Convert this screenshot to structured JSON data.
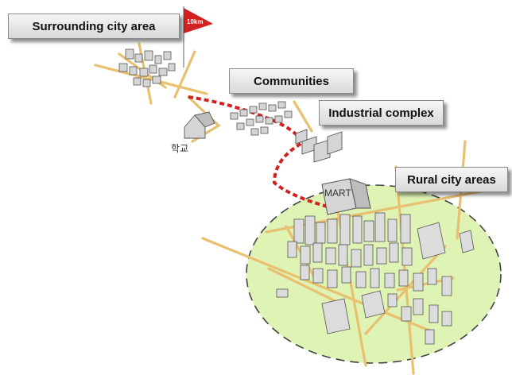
{
  "labels": {
    "surrounding": "Surrounding city area",
    "communities": "Communities",
    "industrial": "Industrial complex",
    "rural": "Rural city areas"
  },
  "markers": {
    "distance_flag": "10km",
    "school": "학교",
    "mart": "MART"
  },
  "colors": {
    "route": "#d42020",
    "road": "#e8c070",
    "rural_zone": "#dff3b5",
    "building": "#d5d5d5"
  }
}
